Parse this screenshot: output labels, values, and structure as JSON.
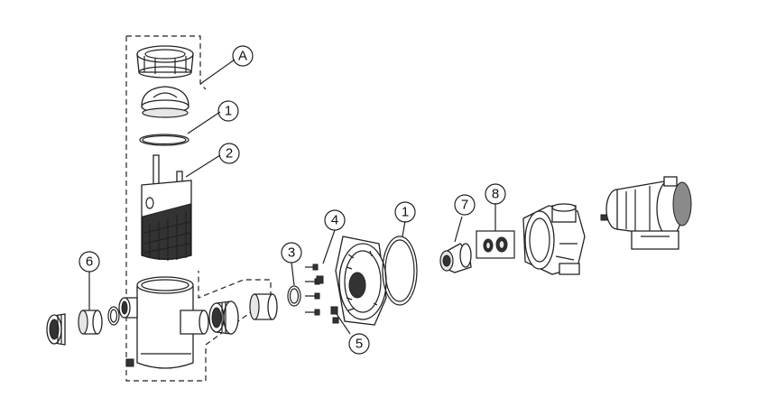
{
  "callouts": {
    "A": "A",
    "one_top": "1",
    "two": "2",
    "three": "3",
    "four": "4",
    "five": "5",
    "six": "6",
    "one_right": "1",
    "seven": "7",
    "eight": "8"
  },
  "colors": {
    "line": "#222222",
    "shade_dark": "#333333",
    "shade_mid": "#8a8a8a",
    "shade_light": "#e6e6e6",
    "background": "#ffffff"
  }
}
